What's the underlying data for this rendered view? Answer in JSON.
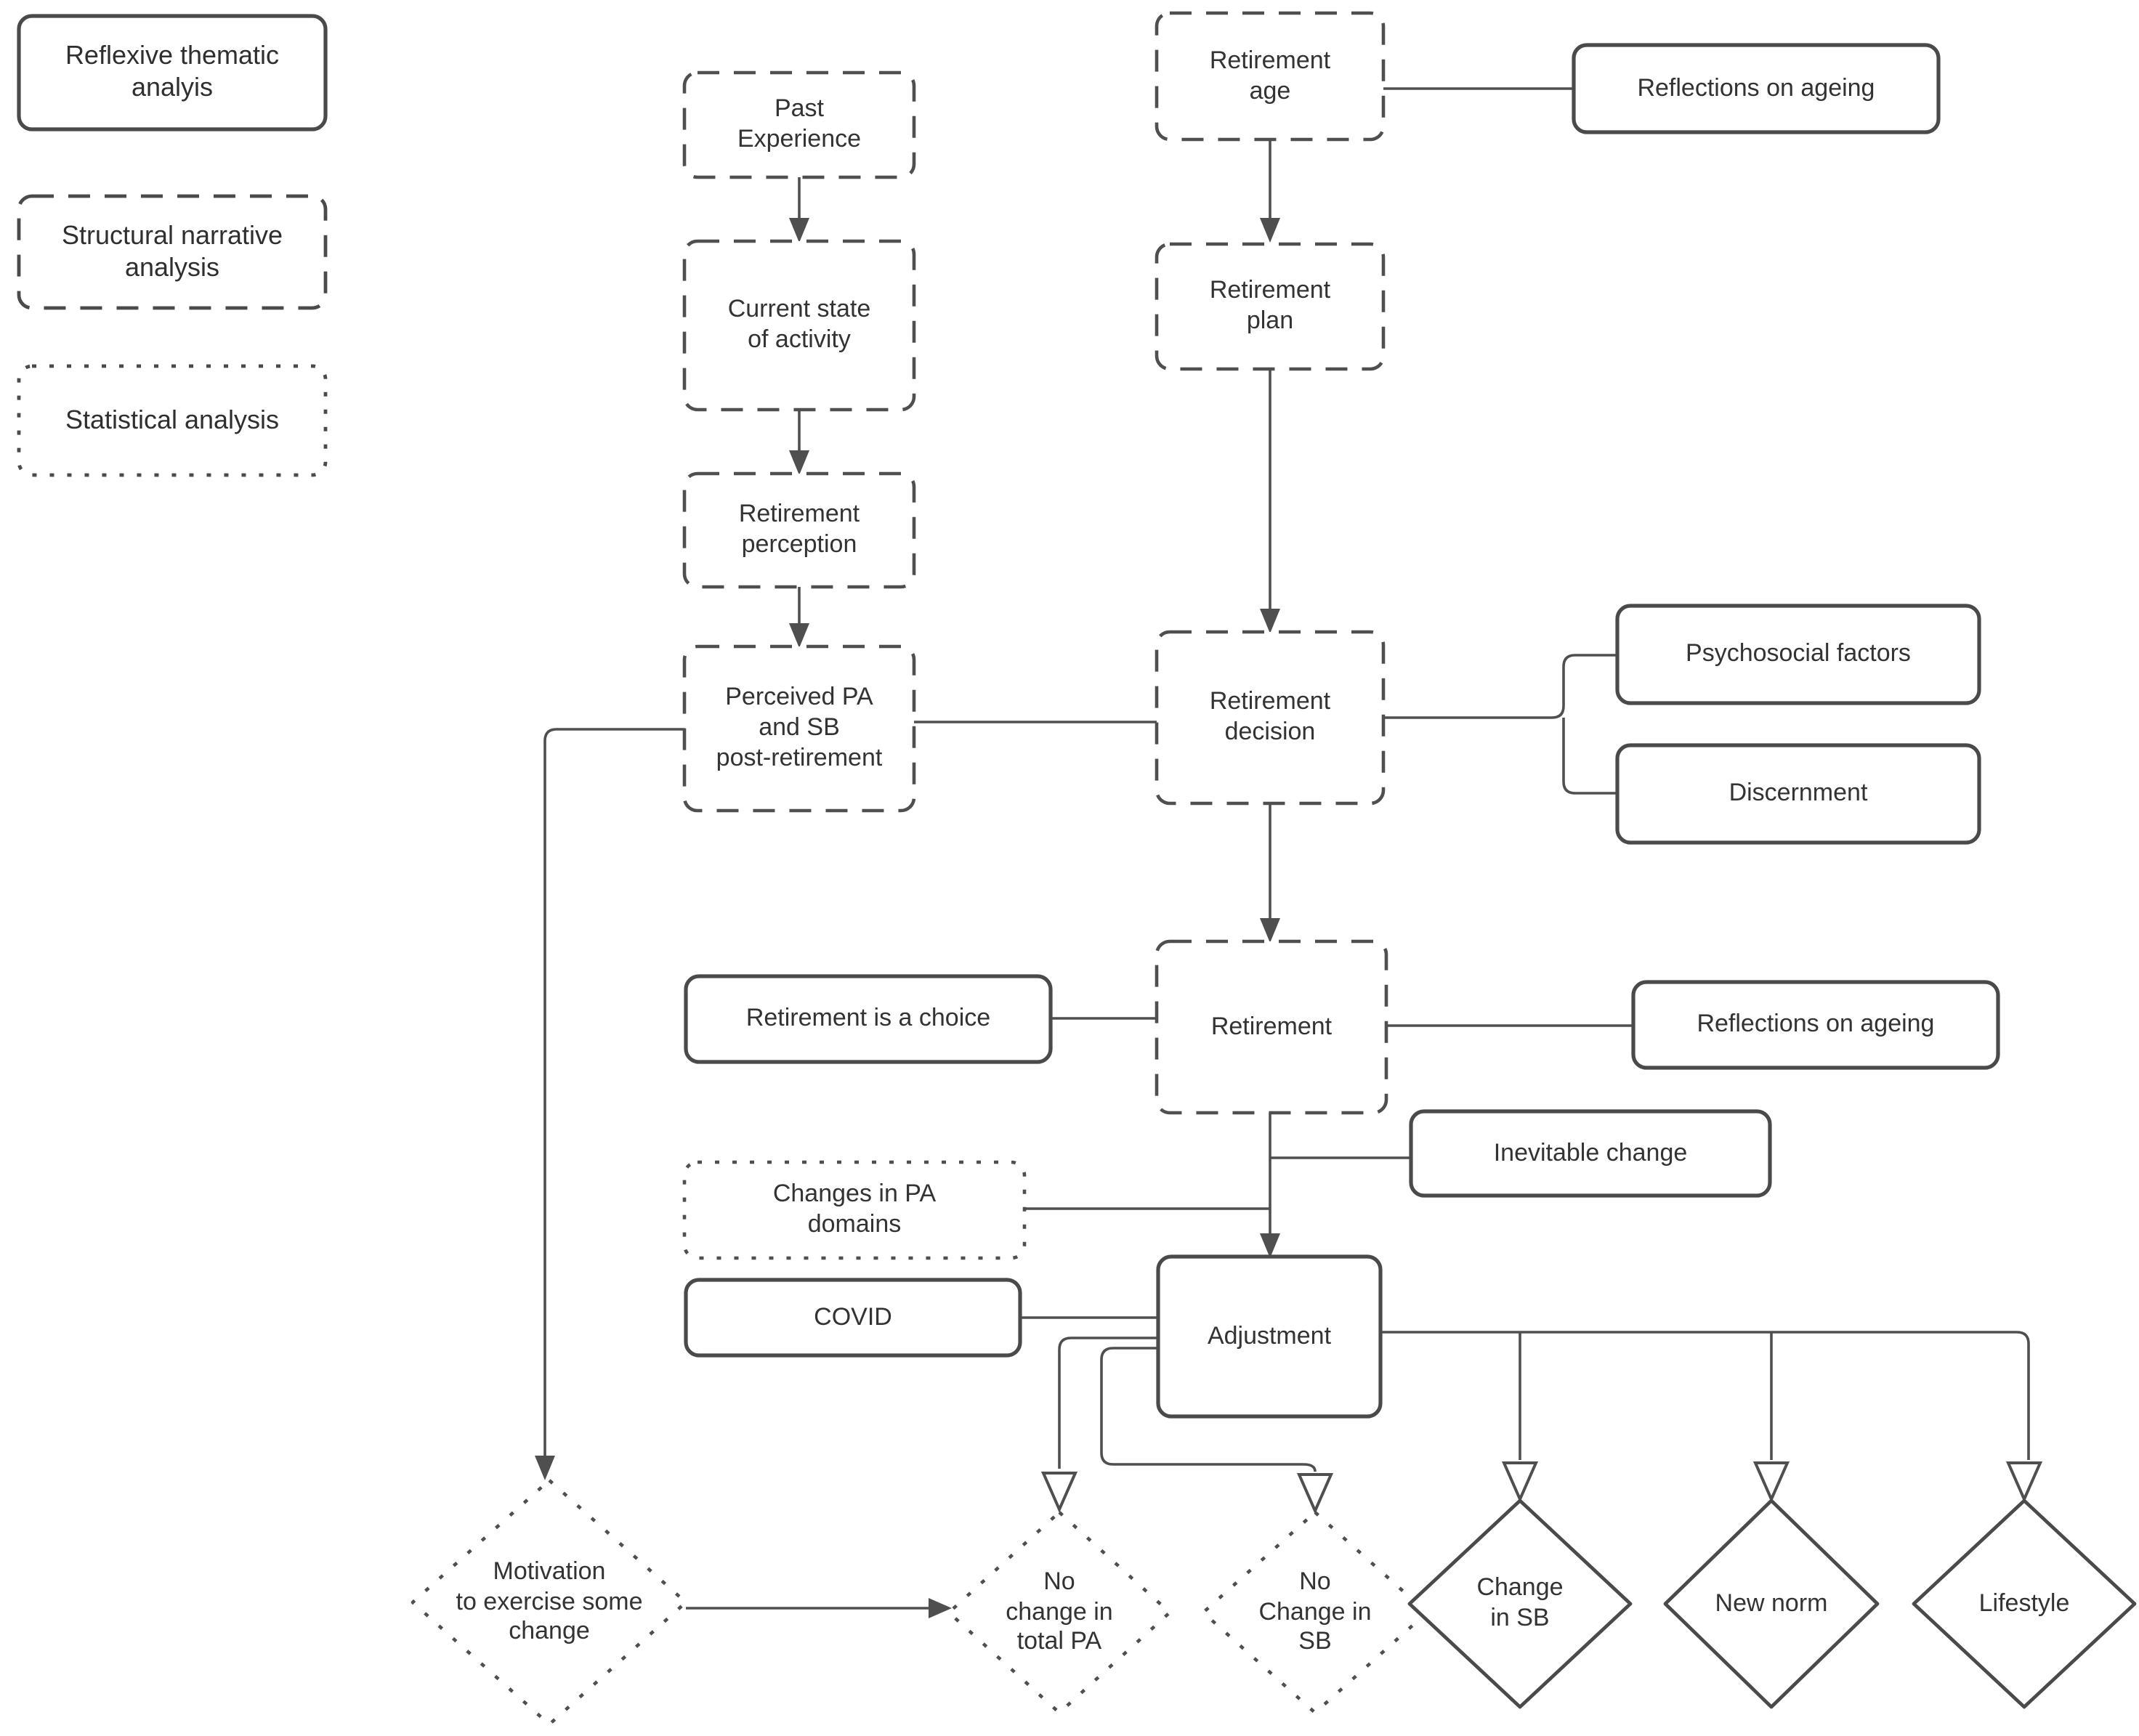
{
  "figure": {
    "type": "flowchart",
    "background": "#ffffff",
    "stroke_color": "#4f4f4f",
    "text_color": "#333333"
  },
  "legend": {
    "items": [
      {
        "id": "reflexive_thematic",
        "label": "Reflexive thematic\nanalyis",
        "border_style": "solid"
      },
      {
        "id": "structural_narrative",
        "label": "Structural narrative\nanalysis",
        "border_style": "dashed"
      },
      {
        "id": "statistical",
        "label": "Statistical analysis",
        "border_style": "dotted"
      }
    ]
  },
  "nodes": {
    "past_experience": {
      "label": "Past\nExperience",
      "shape": "box",
      "border_style": "dashed"
    },
    "current_state": {
      "label": "Current state\nof activity",
      "shape": "box",
      "border_style": "dashed"
    },
    "retirement_perception": {
      "label": "Retirement\nperception",
      "shape": "box",
      "border_style": "dashed"
    },
    "perceived_pa_sb": {
      "label": "Perceived PA\nand SB\npost-retirement",
      "shape": "box",
      "border_style": "dashed"
    },
    "retirement_age": {
      "label": "Retirement\nage",
      "shape": "box",
      "border_style": "dashed"
    },
    "retirement_plan": {
      "label": "Retirement\nplan",
      "shape": "box",
      "border_style": "dashed"
    },
    "retirement_decision": {
      "label": "Retirement\ndecision",
      "shape": "box",
      "border_style": "dashed"
    },
    "retirement": {
      "label": "Retirement",
      "shape": "box",
      "border_style": "dashed"
    },
    "adjustment": {
      "label": "Adjustment",
      "shape": "box",
      "border_style": "solid"
    },
    "reflections_on_ageing_top": {
      "label": "Reflections on ageing",
      "shape": "box",
      "border_style": "solid"
    },
    "psychosocial_factors": {
      "label": "Psychosocial factors",
      "shape": "box",
      "border_style": "solid"
    },
    "discernment": {
      "label": "Discernment",
      "shape": "box",
      "border_style": "solid"
    },
    "retirement_is_a_choice": {
      "label": "Retirement is a choice",
      "shape": "box",
      "border_style": "solid"
    },
    "reflections_on_ageing_mid": {
      "label": "Reflections on ageing",
      "shape": "box",
      "border_style": "solid"
    },
    "inevitable_change": {
      "label": "Inevitable change",
      "shape": "box",
      "border_style": "solid"
    },
    "changes_in_pa_domains": {
      "label": "Changes in PA\ndomains",
      "shape": "box",
      "border_style": "dotted"
    },
    "covid": {
      "label": "COVID",
      "shape": "box",
      "border_style": "solid"
    },
    "motivation_change": {
      "label": "Motivation\nto exercise some\nchange",
      "shape": "diamond",
      "border_style": "dotted"
    },
    "no_change_total_pa": {
      "label": "No\nchange in\ntotal PA",
      "shape": "diamond",
      "border_style": "dotted"
    },
    "no_change_sb": {
      "label": "No\nChange in\nSB",
      "shape": "diamond",
      "border_style": "dotted"
    },
    "change_in_sb": {
      "label": "Change\nin SB",
      "shape": "diamond",
      "border_style": "solid"
    },
    "new_norm": {
      "label": "New norm",
      "shape": "diamond",
      "border_style": "solid"
    },
    "lifestyle": {
      "label": "Lifestyle",
      "shape": "diamond",
      "border_style": "solid"
    }
  },
  "edges": [
    {
      "from": "past_experience",
      "to": "current_state",
      "type": "filled-arrow"
    },
    {
      "from": "current_state",
      "to": "retirement_perception",
      "type": "filled-arrow"
    },
    {
      "from": "retirement_perception",
      "to": "perceived_pa_sb",
      "type": "filled-arrow"
    },
    {
      "from": "retirement_age",
      "to": "reflections_on_ageing_top",
      "type": "line"
    },
    {
      "from": "retirement_age",
      "to": "retirement_plan",
      "type": "filled-arrow"
    },
    {
      "from": "retirement_plan",
      "to": "retirement_decision",
      "type": "filled-arrow"
    },
    {
      "from": "perceived_pa_sb",
      "to": "retirement_decision",
      "type": "line"
    },
    {
      "from": "retirement_decision",
      "to": "psychosocial_factors",
      "type": "line"
    },
    {
      "from": "retirement_decision",
      "to": "discernment",
      "type": "line"
    },
    {
      "from": "retirement_decision",
      "to": "retirement",
      "type": "filled-arrow"
    },
    {
      "from": "retirement_is_a_choice",
      "to": "retirement",
      "type": "line"
    },
    {
      "from": "retirement",
      "to": "reflections_on_ageing_mid",
      "type": "line"
    },
    {
      "from": "retirement",
      "to": "inevitable_change",
      "type": "line"
    },
    {
      "from": "changes_in_pa_domains",
      "to": "adjustment",
      "type": "line"
    },
    {
      "from": "retirement",
      "to": "adjustment",
      "type": "filled-arrow"
    },
    {
      "from": "covid",
      "to": "adjustment",
      "type": "line"
    },
    {
      "from": "perceived_pa_sb",
      "to": "motivation_change",
      "type": "filled-arrow"
    },
    {
      "from": "motivation_change",
      "to": "no_change_total_pa",
      "type": "filled-arrow"
    },
    {
      "from": "adjustment",
      "to": "no_change_total_pa",
      "type": "open-arrow"
    },
    {
      "from": "adjustment",
      "to": "no_change_sb",
      "type": "open-arrow"
    },
    {
      "from": "adjustment",
      "to": "change_in_sb",
      "type": "open-arrow"
    },
    {
      "from": "adjustment",
      "to": "new_norm",
      "type": "open-arrow"
    },
    {
      "from": "adjustment",
      "to": "lifestyle",
      "type": "open-arrow"
    }
  ]
}
